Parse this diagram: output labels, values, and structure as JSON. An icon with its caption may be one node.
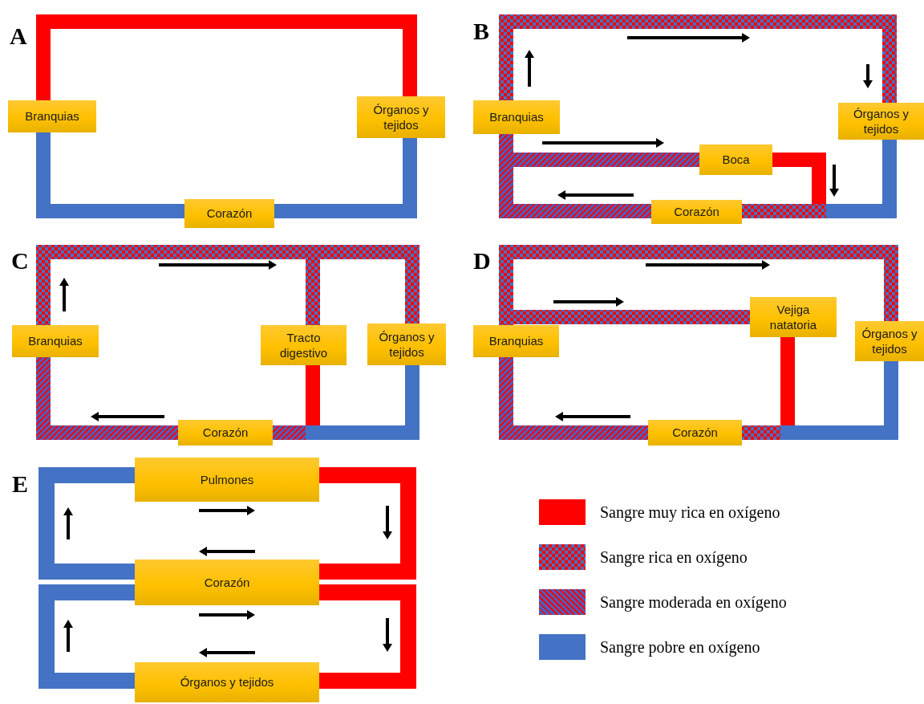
{
  "diagram": {
    "nodes": [
      {
        "text": [
          "Branquias"
        ]
      },
      {
        "text": [
          "Órganos y tejidos"
        ]
      },
      {
        "text": [
          "Corazón"
        ]
      },
      {
        "text": [
          "Branquias"
        ]
      },
      {
        "text": [
          "Órganos y tejidos"
        ]
      },
      {
        "text": [
          "Boca"
        ]
      },
      {
        "text": [
          "Corazón"
        ]
      },
      {
        "text": [
          "Branquias"
        ]
      },
      {
        "text": [
          "Tracto digestivo"
        ]
      },
      {
        "text": [
          "Órganos y tejidos"
        ]
      },
      {
        "text": [
          "Corazón"
        ]
      },
      {
        "text": [
          "Branquias"
        ]
      },
      {
        "text": [
          "Vejiga natatoria"
        ]
      },
      {
        "text": [
          "Órganos y tejidos"
        ]
      },
      {
        "text": [
          "Corazón"
        ]
      },
      {
        "text": [
          "Pulmones"
        ]
      },
      {
        "text": [
          "Corazón"
        ]
      },
      {
        "text": [
          "Órganos y tejidos"
        ]
      }
    ],
    "edges": [
      {
        "from": 0,
        "to": 1,
        "arrow": "none",
        "color": "#ff0000"
      },
      {
        "from": 1,
        "to": 2,
        "arrow": "none",
        "color": "#4472c4"
      },
      {
        "from": 2,
        "to": 0,
        "arrow": "none",
        "color": "#4472c4"
      },
      {
        "from": 3,
        "to": 4,
        "arrow": "none",
        "color": "#a13962"
      },
      {
        "from": 3,
        "to": 5,
        "arrow": "none",
        "color": "#7b4a9e"
      },
      {
        "from": 4,
        "to": 6,
        "arrow": "none",
        "color": "#4472c4"
      },
      {
        "from": 5,
        "to": 6,
        "arrow": "none",
        "color": "#ff0000"
      },
      {
        "from": 6,
        "to": 3,
        "arrow": "none",
        "color": "#7b4a9e"
      },
      {
        "from": 7,
        "to": 8,
        "arrow": "none",
        "color": "#a13962"
      },
      {
        "from": 7,
        "to": 9,
        "arrow": "none",
        "color": "#a13962"
      },
      {
        "from": 8,
        "to": 10,
        "arrow": "none",
        "color": "#ff0000"
      },
      {
        "from": 9,
        "to": 10,
        "arrow": "none",
        "color": "#4472c4"
      },
      {
        "from": 10,
        "to": 7,
        "arrow": "none",
        "color": "#7b4a9e"
      },
      {
        "from": 11,
        "to": 12,
        "arrow": "none",
        "color": "#a13962"
      },
      {
        "from": 11,
        "to": 13,
        "arrow": "none",
        "color": "#a13962"
      },
      {
        "from": 12,
        "to": 14,
        "arrow": "none",
        "color": "#ff0000"
      },
      {
        "from": 13,
        "to": 14,
        "arrow": "none",
        "color": "#4472c4"
      },
      {
        "from": 14,
        "to": 11,
        "arrow": "none",
        "color": "#7b4a9e"
      },
      {
        "from": 15,
        "to": 16,
        "arrow": "none",
        "color": "#ff0000"
      },
      {
        "from": 16,
        "to": 15,
        "arrow": "none",
        "color": "#4472c4"
      },
      {
        "from": 16,
        "to": 17,
        "arrow": "none",
        "color": "#ff0000"
      },
      {
        "from": 17,
        "to": 16,
        "arrow": "none",
        "color": "#4472c4"
      }
    ],
    "labels": [
      "A",
      "B",
      "C",
      "D",
      "E"
    ],
    "legend": [
      {
        "text": "Sangre muy rica en oxígeno",
        "color": "#ff0000"
      },
      {
        "text": "Sangre rica en oxígeno"
      },
      {
        "text": "Sangre moderada en oxígeno"
      },
      {
        "text": "Sangre pobre en oxígeno",
        "color": "#4472c4"
      }
    ]
  }
}
